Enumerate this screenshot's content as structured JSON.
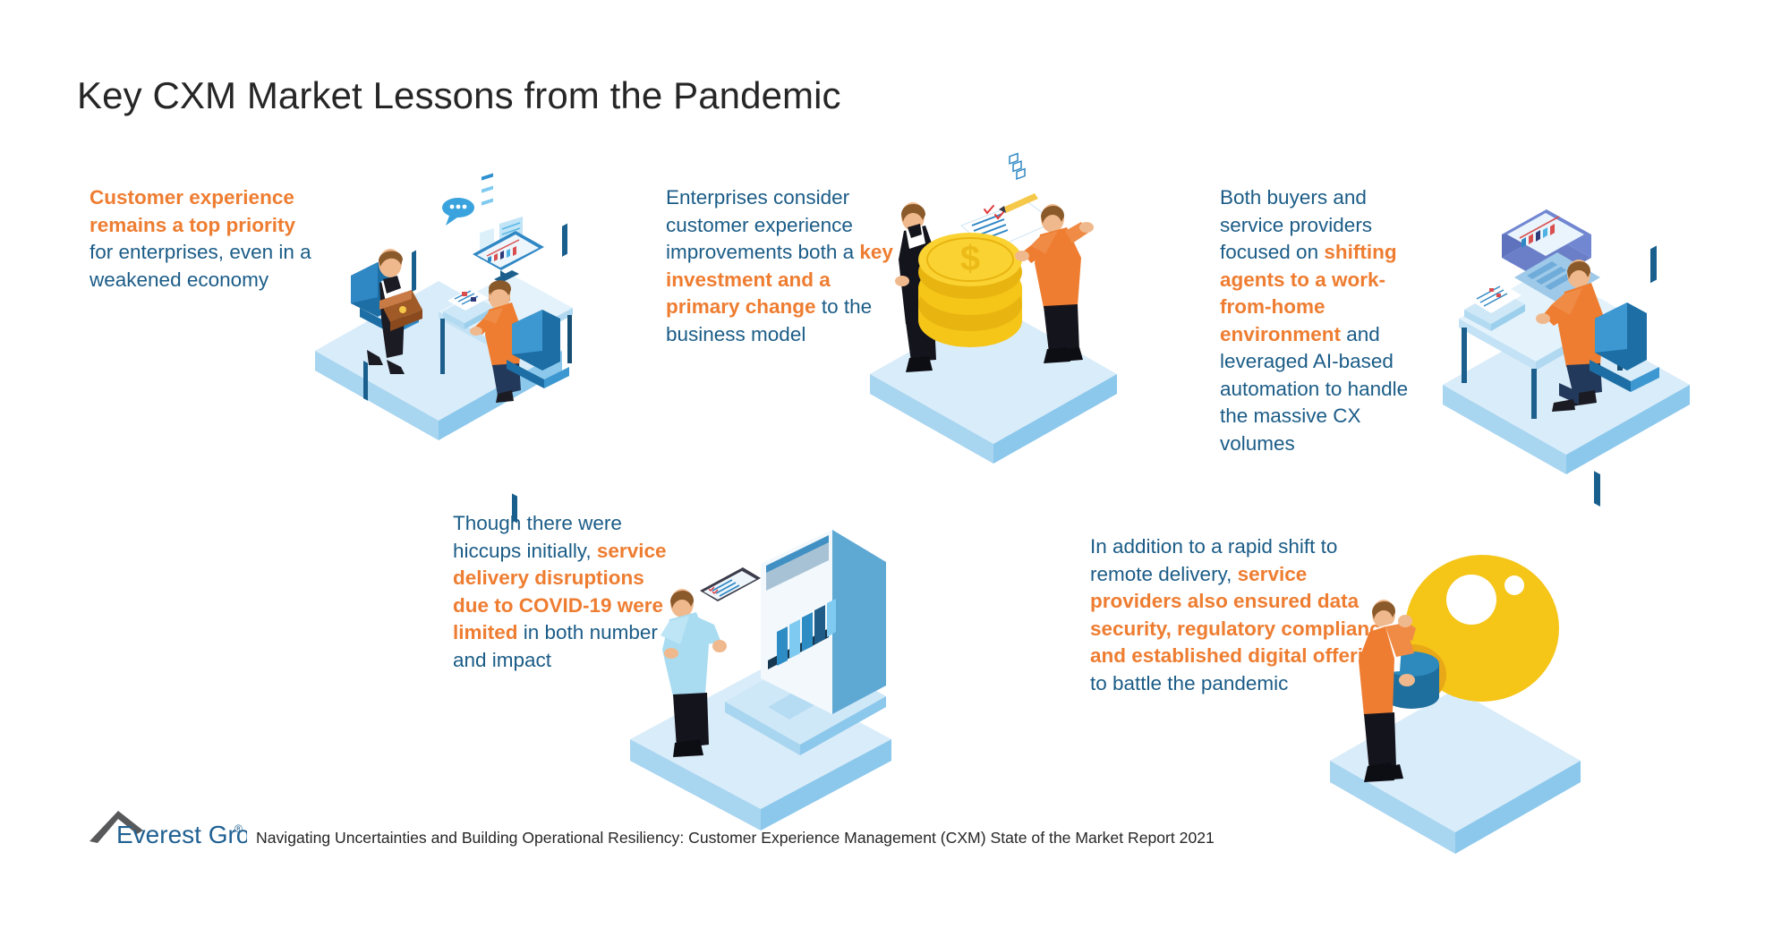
{
  "slide": {
    "title": "Key CXM Market Lessons from the Pandemic",
    "background_color": "#FFFFFF",
    "accent_orange": "#EE7D31",
    "accent_blue": "#1B5C87",
    "title_color": "#262626"
  },
  "items": [
    {
      "id": "customer-experience-priority",
      "illustration": "two-people-at-desk-meeting",
      "text_runs": [
        {
          "text": "Customer experience remains a top priority ",
          "emphasis": true
        },
        {
          "text": "for enterprises, even in a weakened economy",
          "emphasis": false
        }
      ],
      "plain_text": "Customer experience remains a top priority for enterprises, even in a weakened economy"
    },
    {
      "id": "key-investment-primary-change",
      "illustration": "man-holding-gold-coins-and-man-with-checklist",
      "text_runs": [
        {
          "text": "Enterprises consider customer experience improvements both a ",
          "emphasis": false
        },
        {
          "text": "key investment and a primary change ",
          "emphasis": true
        },
        {
          "text": "to the business model",
          "emphasis": false
        }
      ],
      "plain_text": "Enterprises consider customer experience improvements both a key investment and a primary change to the business model"
    },
    {
      "id": "work-from-home-shift",
      "illustration": "person-working-from-home-at-laptop-desk",
      "text_runs": [
        {
          "text": "Both buyers and service providers focused on ",
          "emphasis": false
        },
        {
          "text": "shifting agents to a work-from-home environment ",
          "emphasis": true
        },
        {
          "text": "and leveraged AI-based automation to handle the massive CX volumes",
          "emphasis": false
        }
      ],
      "plain_text": "Both buyers and service providers focused on shifting agents to a work-from-home environment and leveraged AI-based automation to handle the massive CX volumes"
    },
    {
      "id": "service-delivery-disruptions-limited",
      "illustration": "man-with-tablet-in-front-of-large-bar-chart-screen",
      "text_runs": [
        {
          "text": "Though there were hiccups initially, ",
          "emphasis": false
        },
        {
          "text": "service delivery disruptions due to COVID-19 were limited ",
          "emphasis": true
        },
        {
          "text": "in both number and impact",
          "emphasis": false
        }
      ],
      "plain_text": "Though there were hiccups initially, service delivery disruptions due to COVID-19 were limited in both number and impact"
    },
    {
      "id": "data-security-digital-offerings",
      "illustration": "man-carrying-large-yellow-lightbulb",
      "text_runs": [
        {
          "text": "In addition to a rapid shift to remote delivery, ",
          "emphasis": false
        },
        {
          "text": "service providers also ensured data security, regulatory compliance, and established digital offerings ",
          "emphasis": true
        },
        {
          "text": "to battle the pandemic",
          "emphasis": false
        }
      ],
      "plain_text": "In addition to a rapid shift to remote delivery, service providers also ensured data security, regulatory compliance, and established digital offerings to battle the pandemic"
    }
  ],
  "footer": {
    "logo_text": "Everest Group",
    "logo_registered_mark": "®",
    "source": "Navigating Uncertainties and Building Operational Resiliency: Customer Experience Management (CXM) State of the Market Report 2021"
  }
}
